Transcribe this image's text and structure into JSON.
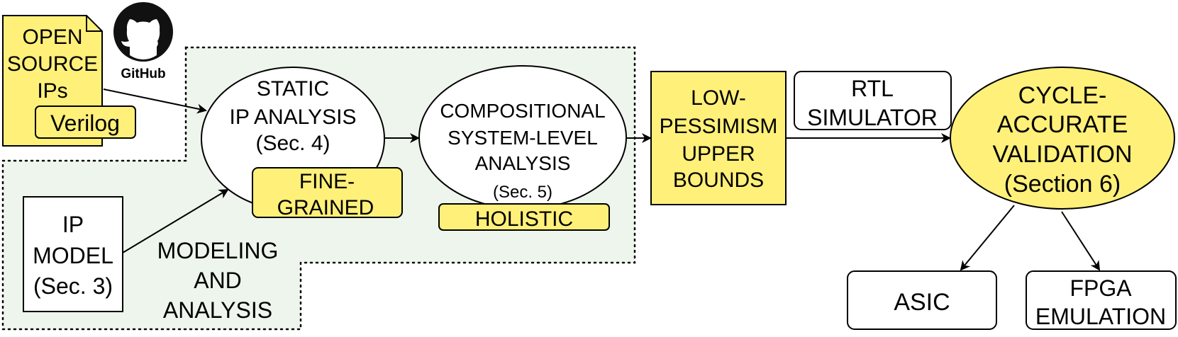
{
  "colors": {
    "yellow_fill": "#FFF07A",
    "region_fill": "#EEF5EC",
    "stroke": "#000000",
    "white": "#FFFFFF"
  },
  "icons": {
    "github": "github-icon",
    "document": "document-icon"
  },
  "nodes": {
    "open_source": {
      "lines": [
        "OPEN",
        "SOURCE",
        "IPs"
      ],
      "tag": "Verilog"
    },
    "github_label": "GitHub",
    "ip_model": {
      "lines": [
        "IP",
        "MODEL",
        "(Sec. 3)"
      ]
    },
    "modeling_region": {
      "lines": [
        "MODELING",
        "AND",
        "ANALYSIS"
      ]
    },
    "static_analysis": {
      "lines": [
        "STATIC",
        "IP ANALYSIS",
        "(Sec. 4)"
      ],
      "tag_lines": [
        "FINE-",
        "GRAINED"
      ]
    },
    "compositional": {
      "lines": [
        "COMPOSITIONAL",
        "SYSTEM-LEVEL",
        "ANALYSIS",
        "(Sec. 5)"
      ],
      "tag": "HOLISTIC"
    },
    "upper_bounds": {
      "lines": [
        "LOW-",
        "PESSIMISM",
        "UPPER",
        "BOUNDS"
      ]
    },
    "rtl_simulator": {
      "lines": [
        "RTL",
        "SIMULATOR"
      ]
    },
    "validation": {
      "lines": [
        "CYCLE-",
        "ACCURATE",
        "VALIDATION",
        "(Section 6)"
      ]
    },
    "asic": {
      "lines": [
        "ASIC"
      ]
    },
    "fpga": {
      "lines": [
        "FPGA",
        "EMULATION"
      ]
    }
  }
}
